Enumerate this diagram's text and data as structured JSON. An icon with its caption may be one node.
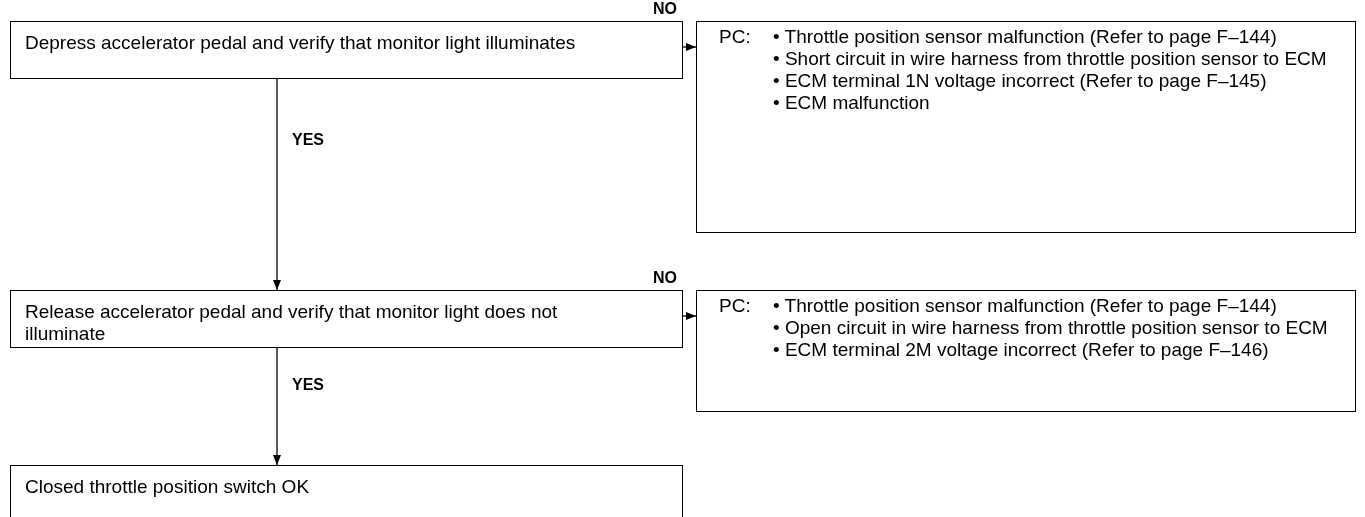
{
  "diagram": {
    "nodes": [
      {
        "text": [
          "Depress accelerator pedal and verify that monitor light illuminates"
        ]
      },
      {
        "text": [
          "PC:",
          "• Throttle position sensor malfunction (Refer to page F–144)",
          "• Short circuit in wire harness from throttle position sensor to ECM",
          "• ECM terminal 1N voltage incorrect (Refer to page F–145)",
          "• ECM malfunction"
        ]
      },
      {
        "text": [
          "Release accelerator pedal and verify that monitor light does not illuminate"
        ]
      },
      {
        "text": [
          "PC:",
          "• Throttle position sensor malfunction (Refer to page F–144)",
          "• Open circuit in wire harness from throttle position sensor to ECM",
          "• ECM terminal 2M voltage incorrect (Refer to page F–146)"
        ]
      },
      {
        "text": [
          "Closed throttle position switch OK"
        ]
      }
    ],
    "edges": [
      {
        "from": 0,
        "to": 1,
        "arrow": "to",
        "label": "NO"
      },
      {
        "from": 0,
        "to": 2,
        "arrow": "to",
        "label": "YES"
      },
      {
        "from": 2,
        "to": 3,
        "arrow": "to",
        "label": "NO"
      },
      {
        "from": 2,
        "to": 4,
        "arrow": "to",
        "label": "YES"
      }
    ]
  }
}
